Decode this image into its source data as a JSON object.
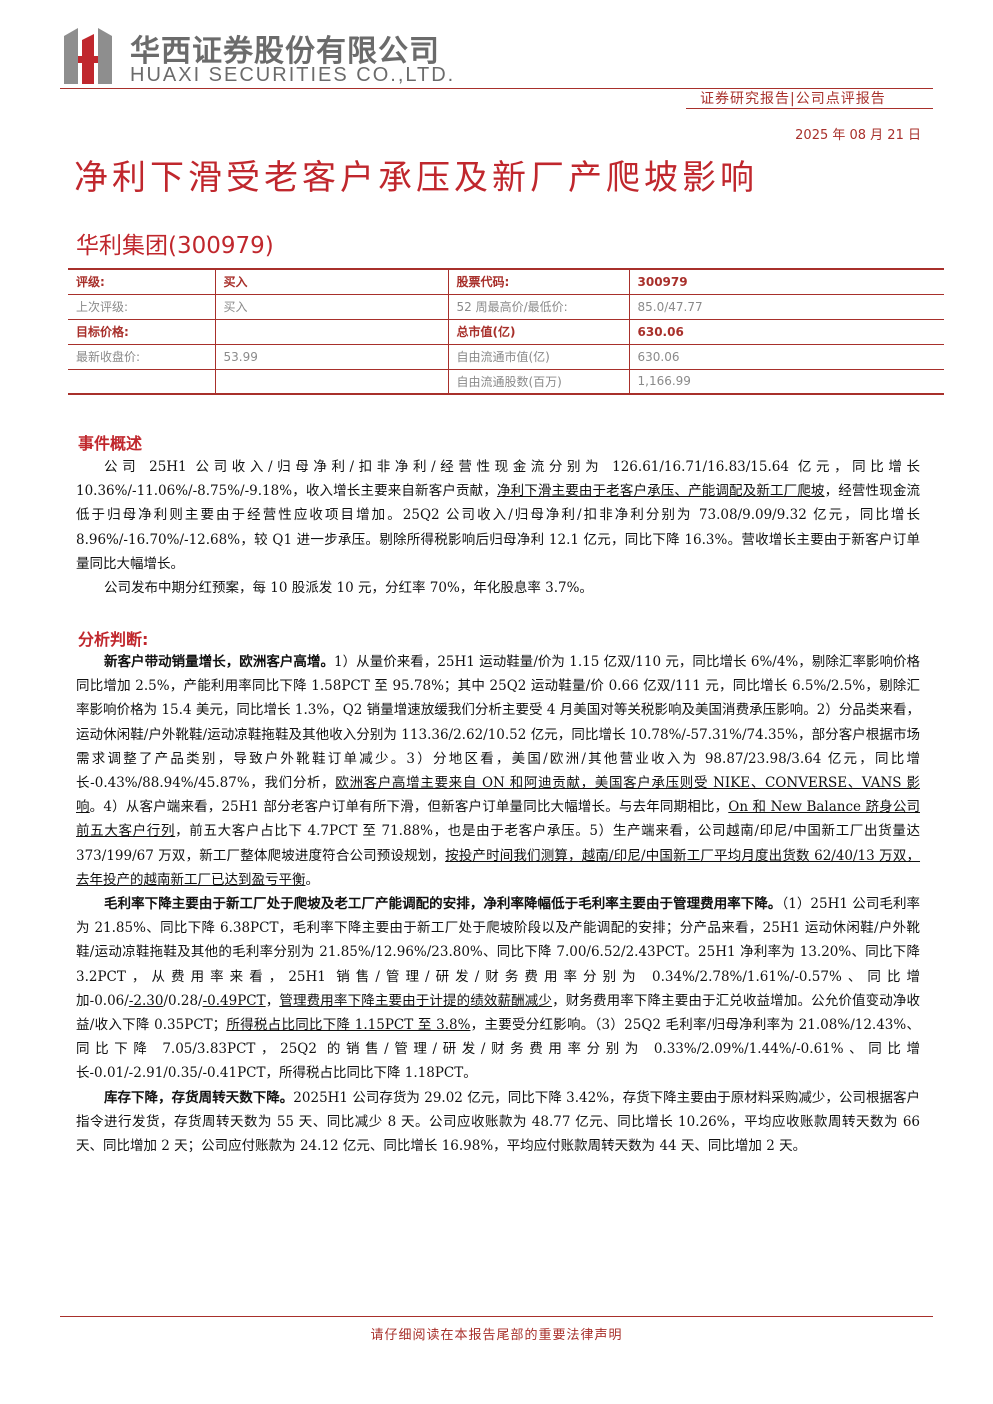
{
  "header": {
    "brand_cn": "华西证券股份有限公司",
    "brand_en": "HUAXI SECURITIES CO.,LTD.",
    "report_type": "证券研究报告|公司点评报告",
    "date": "2025 年 08 月 21 日"
  },
  "title": "净利下滑受老客户承压及新厂产爬坡影响",
  "company": "华利集团(300979)",
  "info_table": {
    "rows": [
      {
        "l1": "评级:",
        "v1": "买入",
        "l2": "股票代码:",
        "v2": "300979"
      },
      {
        "l1": "上次评级:",
        "v1": "买入",
        "l2": "52 周最高价/最低价:",
        "v2": "85.0/47.77"
      },
      {
        "l1": "目标价格:",
        "v1": "",
        "l2": "总市值(亿)",
        "v2": "630.06"
      },
      {
        "l1": "最新收盘价:",
        "v1": "53.99",
        "l2": "自由流通市值(亿)",
        "v2": "630.06"
      },
      {
        "l1": "",
        "v1": "",
        "l2": "自由流通股数(百万)",
        "v2": "1,166.99"
      }
    ]
  },
  "event": {
    "heading": "事件概述",
    "p1_a": "公司 25H1 公司收入/归母净利/扣非净利/经营性现金流分别为 126.61/16.71/16.83/15.64 亿元，同比增长 10.36%/-11.06%/-8.75%/-9.18%，收入增长主要来自新客户贡献，",
    "p1_u": "净利下滑主要由于老客户承压、产能调配及新工厂爬坡",
    "p1_b": "，经营性现金流低于归母净利则主要由于经营性应收项目增加。25Q2 公司收入/归母净利/扣非净利分别为 73.08/9.09/9.32 亿元，同比增长 8.96%/-16.70%/-12.68%，较 Q1 进一步承压。剔除所得税影响后归母净利 12.1 亿元，同比下降 16.3%。营收增长主要由于新客户订单量同比大幅增长。",
    "p2": "公司发布中期分红预案，每 10 股派发 10 元，分红率 70%，年化股息率 3.7%。"
  },
  "analysis": {
    "heading": "分析判断:",
    "p1_bold": "新客户带动销量增长，欧洲客户高增。",
    "p1_a": "1）从量价来看，25H1 运动鞋量/价为 1.15 亿双/110 元，同比增长 6%/4%，剔除汇率影响价格同比增加 2.5%，产能利用率同比下降 1.58PCT 至 95.78%；其中 25Q2 运动鞋量/价 0.66 亿双/111 元，同比增长 6.5%/2.5%，剔除汇率影响价格为 15.4 美元，同比增长 1.3%，Q2 销量增速放缓我们分析主要受 4 月美国对等关税影响及美国消费承压影响。2）分品类来看，运动休闲鞋/户外靴鞋/运动凉鞋拖鞋及其他收入分别为 113.36/2.62/10.52 亿元，同比增长 10.78%/-57.31%/74.35%，部分客户根据市场需求调整了产品类别，导致户外靴鞋订单减少。3）分地区看，美国/欧洲/其他营业收入为 98.87/23.98/3.64 亿元，同比增长-0.43%/88.94%/45.87%，我们分析，",
    "p1_u1": "欧洲客户高增主要来自 ON 和阿迪贡献，美国客户承压则受 NIKE、CONVERSE、VANS 影响",
    "p1_b": "。4）从客户端来看，25H1 部分老客户订单有所下滑，但新客户订单量同比大幅增长。与去年同期相比，",
    "p1_u2": "On 和 New Balance 跻身公司前五大客户行列",
    "p1_c": "，前五大客户占比下 4.7PCT 至 71.88%，也是由于老客户承压。5）生产端来看，公司越南/印尼/中国新工厂出货量达 373/199/67 万双，新工厂整体爬坡进度符合公司预设规划，",
    "p1_u3": "按投产时间我们测算，越南/印尼/中国新工厂平均月度出货数 62/40/13 万双，去年投产的越南新工厂已达到盈亏平衡",
    "p1_d": "。",
    "p2_bold": "毛利率下降主要由于新工厂处于爬坡及老工厂产能调配的安排，净利率降幅低于毛利率主要由于管理费用率下降。",
    "p2_a": "（1）25H1 公司毛利率为 21.85%、同比下降 6.38PCT，毛利率下降主要由于新工厂处于爬坡阶段以及产能调配的安排；分产品来看，25H1 运动休闲鞋/户外靴鞋/运动凉鞋拖鞋及其他的毛利率分别为 21.85%/12.96%/23.80%、同比下降 7.00/6.52/2.43PCT。25H1 净利率为 13.20%、同比下降 3.2PCT，从费用率来看，25H1 销售/管理/研发/财务费用率分别为 0.34%/2.78%/1.61%/-0.57%、同比增加-0.06/",
    "p2_u1": "-2.30",
    "p2_b": "/0.28/",
    "p2_u2": "-0.49PCT",
    "p2_c": "，",
    "p2_u3": "管理费用率下降主要由于计提的绩效薪酬减少",
    "p2_d": "，财务费用率下降主要由于汇兑收益增加。公允价值变动净收益/收入下降 0.35PCT；",
    "p2_u4": "所得税占比同比下降 1.15PCT 至 3.8%",
    "p2_e": "，主要受分红影响。（3）25Q2 毛利率/归母净利率为 21.08%/12.43%、同比下降 7.05/3.83PCT，25Q2 的销售/管理/研发/财务费用率分别为 0.33%/2.09%/1.44%/-0.61%、同比增长-0.01/-2.91/0.35/-0.41PCT，所得税占比同比下降 1.18PCT。",
    "p3_bold": "库存下降，存货周转天数下降。",
    "p3_a": "2025H1 公司存货为 29.02 亿元，同比下降 3.42%，存货下降主要由于原材料采购减少，公司根据客户指令进行发货，存货周转天数为 55 天、同比减少 8 天。公司应收账款为 48.77 亿元、同比增长 10.26%，平均应收账款周转天数为 66 天、同比增加 2 天；公司应付账款为 24.12 亿元、同比增长 16.98%，平均应付账款周转天数为 44 天、同比增加 2 天。"
  },
  "footer": "请仔细阅读在本报告尾部的重要法律声明",
  "colors": {
    "accent": "#c0272d",
    "rule": "#a8302b",
    "grey": "#6b6b6b"
  }
}
